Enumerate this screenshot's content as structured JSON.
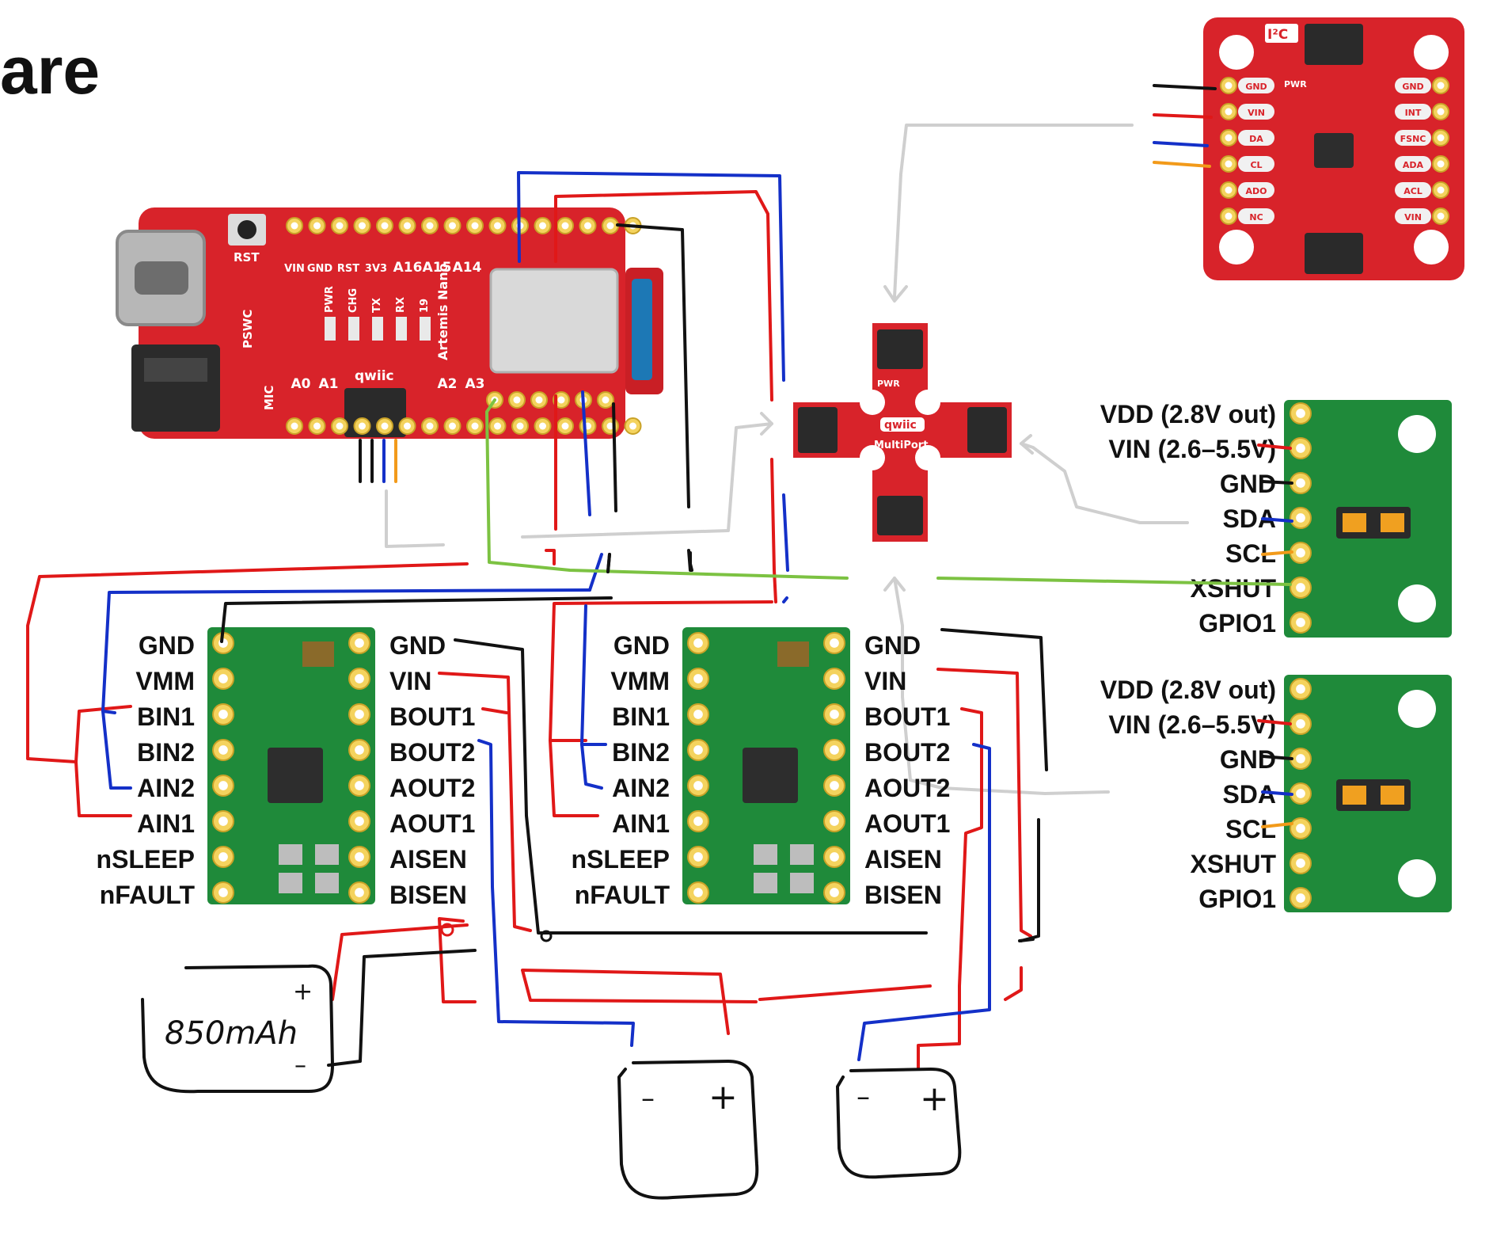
{
  "title_fragment": "are",
  "colors": {
    "red_pcb": "#d8232a",
    "green_pcb": "#1f8a3a",
    "wire_red": "#e01818",
    "wire_black": "#111111",
    "wire_blue": "#1430c8",
    "wire_orange": "#f29a1a",
    "wire_green": "#7cc242",
    "wire_gray": "#c8c8c8"
  },
  "artemis_board": {
    "top_labels": [
      "VIN",
      "GND",
      "RST",
      "3V3",
      "A16",
      "A15",
      "A14"
    ],
    "mid_labels": [
      "PWR",
      "CHG",
      "TX",
      "RX",
      "19"
    ],
    "side_labels": [
      "RST",
      "PSWC",
      "MIC"
    ],
    "bottom_labels": [
      "A0",
      "A1",
      "A2",
      "A3"
    ],
    "name": "Artemis Nano",
    "qwiic": "qwiic"
  },
  "imu_board": {
    "left_pins": [
      "GND",
      "VIN",
      "DA",
      "CL",
      "ADO",
      "NC"
    ],
    "right_pins": [
      "GND",
      "INT",
      "FSNC",
      "ADA",
      "ACL",
      "VIN"
    ],
    "badge": "I²C",
    "pwr": "PWR"
  },
  "multiport": {
    "pwr": "PWR",
    "qwiic": "qwiic",
    "name": "MultiPort"
  },
  "motor_driver_left_pins": [
    "GND",
    "VMM",
    "BIN1",
    "BIN2",
    "AIN2",
    "AIN1",
    "nSLEEP",
    "nFAULT"
  ],
  "motor_driver_right_pins": [
    "GND",
    "VIN",
    "BOUT1",
    "BOUT2",
    "AOUT2",
    "AOUT1",
    "AISEN",
    "BISEN"
  ],
  "tof_pins": [
    "VDD (2.8V out)",
    "VIN (2.6–5.5V)",
    "GND",
    "SDA",
    "SCL",
    "XSHUT",
    "GPIO1"
  ],
  "battery": {
    "label": "850mAh",
    "plus": "+",
    "minus": "–"
  },
  "motor_terminals": {
    "minus": "–",
    "plus": "+"
  }
}
